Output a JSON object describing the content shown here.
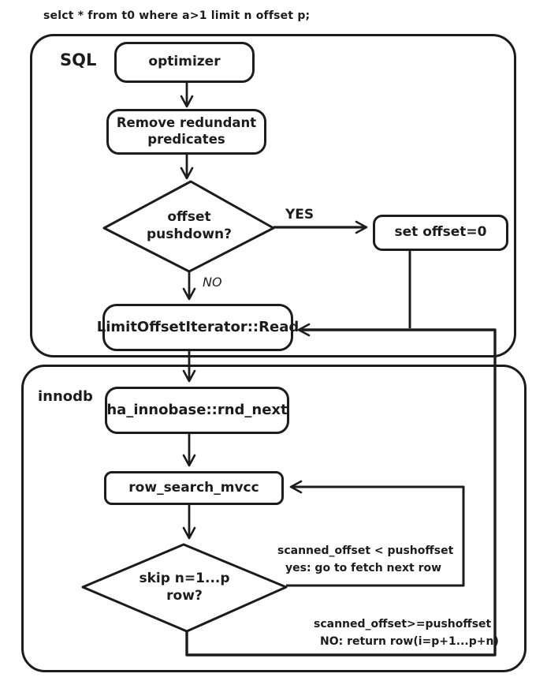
{
  "query": "selct * from t0 where a>1 limit n offset p;",
  "containers": {
    "sql": {
      "label": "SQL"
    },
    "innodb": {
      "label": "innodb"
    }
  },
  "nodes": {
    "optimizer": {
      "label": "optimizer"
    },
    "remove_redundant": {
      "label": "Remove redundant\npredicates"
    },
    "offset_pushdown": {
      "label": "offset\npushdown?"
    },
    "set_offset": {
      "label": "set offset=0"
    },
    "limit_offset_iterator": {
      "label": "LimitOffsetIterator::Read"
    },
    "ha_innobase_rnd_next": {
      "label": "ha_innobase::rnd_next"
    },
    "row_search_mvcc": {
      "label": "row_search_mvcc"
    },
    "skip_rows": {
      "label": "skip n=1...p\nrow?"
    }
  },
  "edge_labels": {
    "yes": "YES",
    "no": "NO",
    "loop_condition": "scanned_offset < pushoffset",
    "loop_action": "yes: go to fetch next row",
    "return_condition": "scanned_offset>=pushoffset",
    "return_action": "NO: return row(i=p+1...p+n)"
  },
  "colors": {
    "ink": "#1c1c1c",
    "background": "#ffffff"
  }
}
